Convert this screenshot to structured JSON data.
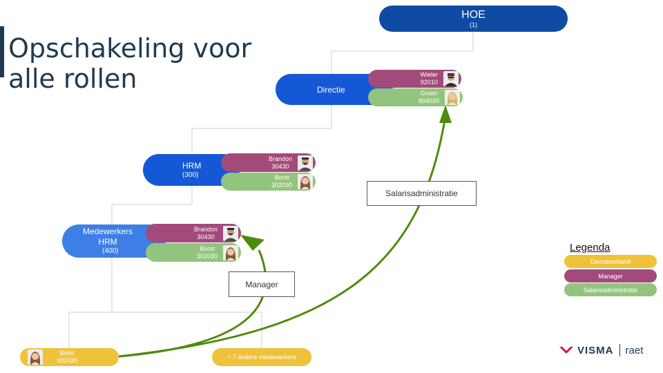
{
  "slide": {
    "title": "Opschakeling voor\nalle rollen"
  },
  "units": {
    "hoe": {
      "name": "HOE",
      "count": "(1)"
    },
    "directie": {
      "name": "Directie"
    },
    "hrm": {
      "name": "HRM",
      "count": "(300)"
    },
    "medewerkers": {
      "name": "Medewerkers\nHRM",
      "count": "(400)"
    }
  },
  "persons": {
    "directie_manager": {
      "name": "Wieler",
      "id": "92010"
    },
    "directie_salaris": {
      "name": "Groen",
      "id": "804030"
    },
    "hrm_manager": {
      "name": "Brandon",
      "id": "30430"
    },
    "hrm_salaris": {
      "name": "Borst",
      "id": "302030"
    },
    "med_manager": {
      "name": "Brandon",
      "id": "30430"
    },
    "med_salaris": {
      "name": "Borst",
      "id": "302030"
    },
    "employee": {
      "name": "Borst",
      "id": "302030"
    },
    "others": {
      "label": "+ 7 andere medewerkers"
    }
  },
  "annotations": {
    "salaris": "Salarisadministratie",
    "manager": "Manager"
  },
  "legend": {
    "title": "Legenda",
    "items": [
      "Dienstverband",
      "Manager",
      "Salarisadministratie"
    ]
  },
  "logo": {
    "visma": "VISMA",
    "raet": "raet"
  },
  "colors": {
    "unit_dark": "#0f4aa3",
    "unit_mid": "#1558d6",
    "unit_light": "#3d7fe6",
    "manager": "#a24b7a",
    "salaris": "#93c47d",
    "dienst": "#efc23a",
    "arrow": "#4e8a0d",
    "title": "#1e3a52"
  }
}
